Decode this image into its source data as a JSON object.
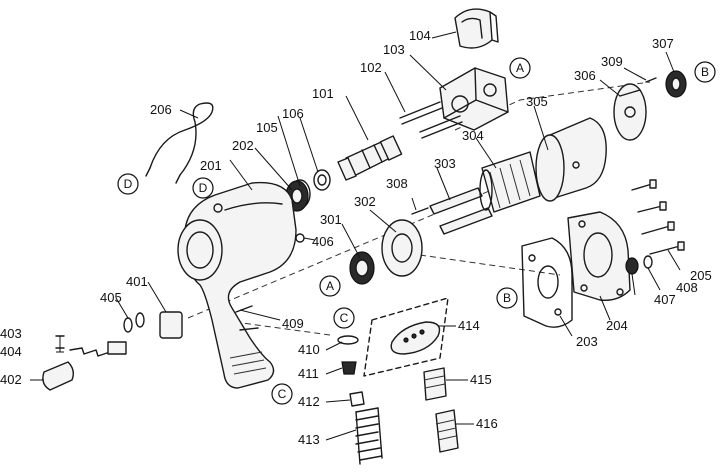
{
  "labels": {
    "p101": "101",
    "p102": "102",
    "p103": "103",
    "p104": "104",
    "p105": "105",
    "p106": "106",
    "p201": "201",
    "p202": "202",
    "p203": "203",
    "p204": "204",
    "p205": "205",
    "p206": "206",
    "p301": "301",
    "p302": "302",
    "p303": "303",
    "p304": "304",
    "p305": "305",
    "p306": "306",
    "p307": "307",
    "p308": "308",
    "p309": "309",
    "p401": "401",
    "p402": "402",
    "p403": "403",
    "p404": "404",
    "p405": "405",
    "p406": "406",
    "p407": "407",
    "p408": "408",
    "p409": "409",
    "p410": "410",
    "p411": "411",
    "p412": "412",
    "p413": "413",
    "p414": "414",
    "p415": "415",
    "p416": "416"
  },
  "refs": {
    "a_top": "A",
    "a_mid": "A",
    "b_top": "B",
    "b_mid": "B",
    "c_bottom": "C",
    "c_valve": "C",
    "d_left": "D",
    "d_body": "D"
  }
}
